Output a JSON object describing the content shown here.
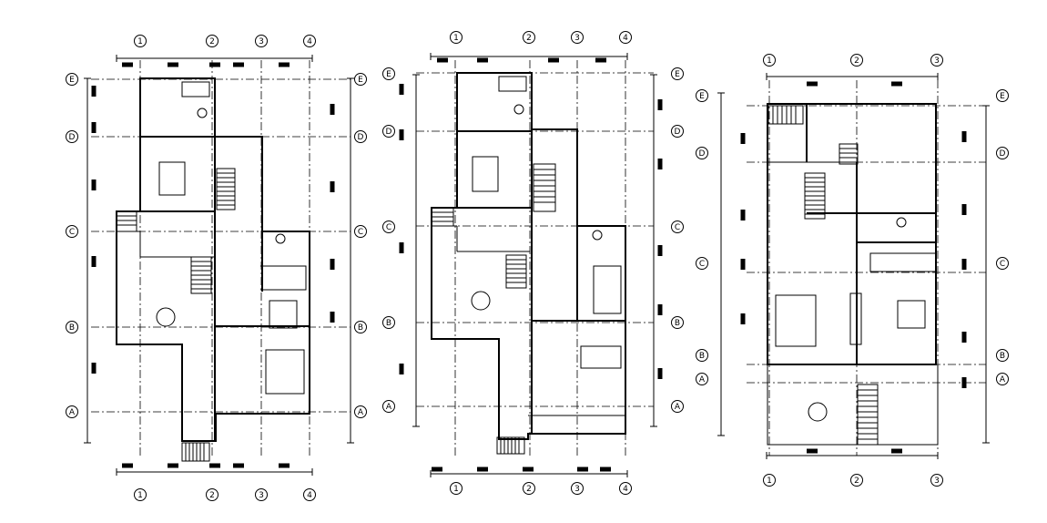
{
  "drawing": {
    "plans": [
      {
        "id": "plan-1",
        "col_labels": [
          "1",
          "2",
          "3",
          "4"
        ],
        "row_labels": [
          "E",
          "D",
          "C",
          "B",
          "A"
        ]
      },
      {
        "id": "plan-2",
        "col_labels": [
          "1",
          "2",
          "3",
          "4"
        ],
        "row_labels": [
          "E",
          "D",
          "C",
          "B",
          "A"
        ]
      },
      {
        "id": "plan-3",
        "col_labels": [
          "1",
          "2",
          "3"
        ],
        "row_labels": [
          "E",
          "D",
          "C",
          "B",
          "A"
        ]
      }
    ],
    "colors": {
      "line": "#000000",
      "background": "#ffffff"
    }
  }
}
